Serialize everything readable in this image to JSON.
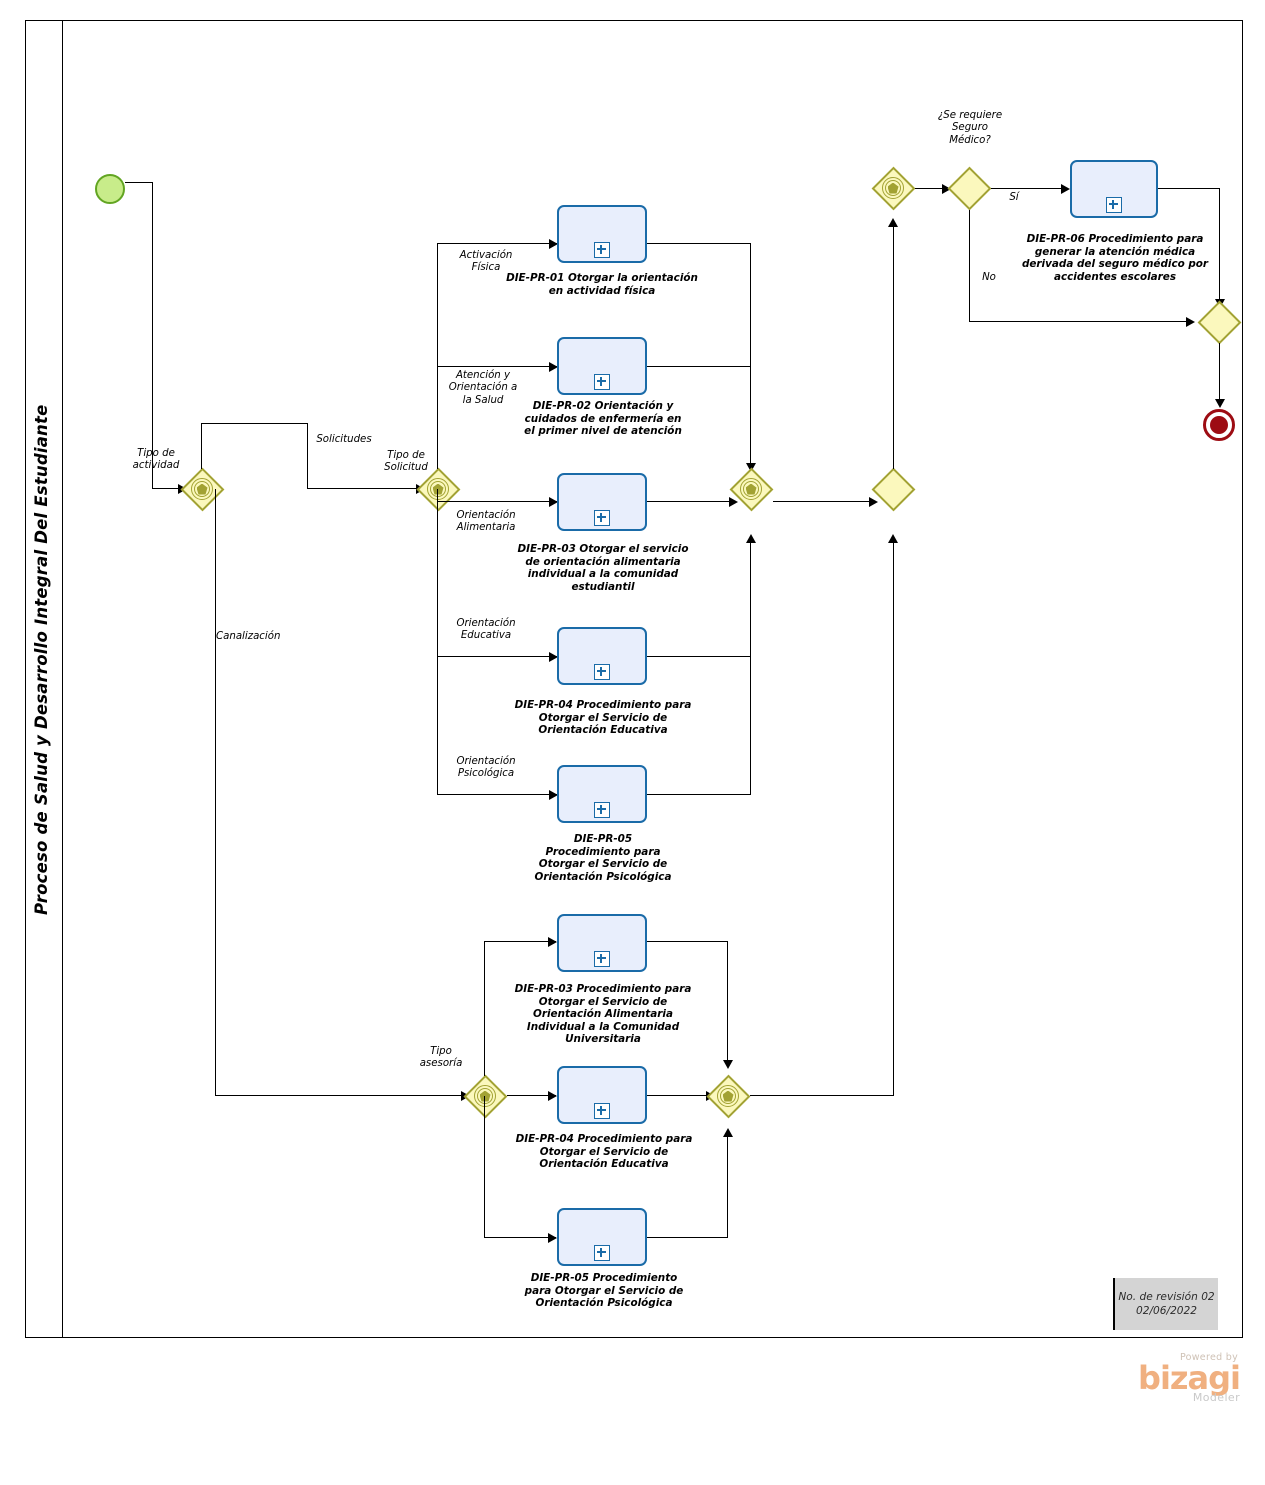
{
  "pool": {
    "title": "Proceso de Salud y Desarrollo Integral Del Estudiante"
  },
  "events": {
    "start_name": "start-event",
    "end_name": "end-event"
  },
  "tasks": [
    {
      "id": "die-pr-01",
      "label": "DIE-PR-01 Otorgar la orientación en actividad física"
    },
    {
      "id": "die-pr-02",
      "label": "DIE-PR-02 Orientación y cuidados de enfermería en el primer nivel de atención"
    },
    {
      "id": "die-pr-03-estudiantil",
      "label": "DIE-PR-03 Otorgar el servicio de orientación alimentaria individual a la comunidad estudiantil"
    },
    {
      "id": "die-pr-04-educativa",
      "label": "DIE-PR-04 Procedimiento para Otorgar el Servicio de Orientación Educativa"
    },
    {
      "id": "die-pr-05-psicologica",
      "label": "DIE-PR-05 Procedimiento para Otorgar el Servicio de Orientación Psicológica"
    },
    {
      "id": "die-pr-03-universitaria",
      "label": "DIE-PR-03 Procedimiento para Otorgar el Servicio de Orientación Alimentaria Individual a la Comunidad Universitaria"
    },
    {
      "id": "die-pr-04-educativa-2",
      "label": "DIE-PR-04 Procedimiento para Otorgar el Servicio de Orientación Educativa"
    },
    {
      "id": "die-pr-05-psicologica-2",
      "label": "DIE-PR-05 Procedimiento para Otorgar el Servicio de Orientación Psicológica"
    },
    {
      "id": "die-pr-06",
      "label": "DIE-PR-06 Procedimiento para generar la atención médica derivada del seguro médico por accidentes escolares"
    }
  ],
  "gateways": [
    {
      "id": "tipo-actividad",
      "type": "event-based",
      "label": "Tipo de actividad"
    },
    {
      "id": "tipo-solicitud",
      "type": "event-based",
      "label": "Tipo de Solicitud"
    },
    {
      "id": "tipo-asesoria",
      "type": "event-based",
      "label": "Tipo asesoría"
    },
    {
      "id": "merge-solicitud",
      "type": "event-based",
      "label": ""
    },
    {
      "id": "merge-asesoria",
      "type": "event-based",
      "label": ""
    },
    {
      "id": "merge-central",
      "type": "exclusive",
      "label": ""
    },
    {
      "id": "merge-seguro",
      "type": "event-based",
      "label": ""
    },
    {
      "id": "seguro-medico",
      "type": "exclusive",
      "label": "¿Se requiere Seguro Médico?"
    },
    {
      "id": "join-final",
      "type": "exclusive",
      "label": ""
    }
  ],
  "flow_labels": {
    "tipo_actividad": "Tipo de actividad",
    "solicitudes": "Solicitudes",
    "canalizacion": "Canalización",
    "tipo_solicitud": "Tipo de Solicitud",
    "activacion_fisica": "Activación Física",
    "atencion_salud": "Atención y Orientación a la Salud",
    "orientacion_alimentaria": "Orientación Alimentaria",
    "orientacion_educativa": "Orientación Educativa",
    "orientacion_psicologica": "Orientación Psicológica",
    "tipo_asesoria": "Tipo asesoría",
    "seguro_medico_question": "¿Se requiere Seguro Médico?",
    "si": "Sí",
    "no": "No"
  },
  "revision": {
    "line1": "No. de revisión 02",
    "line2": "02/06/2022"
  },
  "watermark": {
    "powered": "Powered by",
    "brand": "bizagi",
    "product": "Modeler"
  },
  "colors": {
    "task_fill": "#e8eefc",
    "task_border": "#1a6ba8",
    "gateway_fill": "#fbf8bd",
    "gateway_border": "#a2a233",
    "start_fill": "#c8ec8a",
    "start_border": "#62a522",
    "end_border": "#9d0c13",
    "revision_bg": "#d4d4d4"
  }
}
